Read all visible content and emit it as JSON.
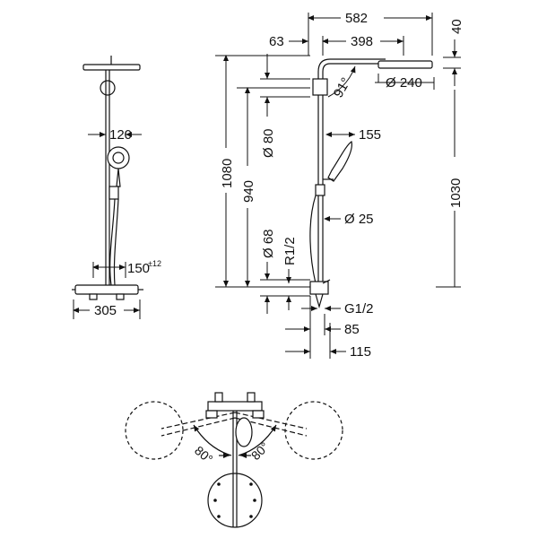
{
  "front_view": {
    "dim_head_width": "120",
    "dim_bar_height": "150",
    "dim_bar_tolerance": "±12",
    "dim_total_width": "305"
  },
  "side_view": {
    "dim_total_depth": "582",
    "dim_head_top": "40",
    "dim_arm_offset": "63",
    "dim_arm_length": "398",
    "dim_head_angle": "91°",
    "dim_head_diameter": "Ø 240",
    "dim_pipe_diameter": "Ø 80",
    "dim_handshower_width": "155",
    "dim_total_height": "1080",
    "dim_height_to_arm": "940",
    "dim_height_to_head": "1030",
    "dim_hose_diameter": "Ø 25",
    "dim_wall_diameter": "Ø 68",
    "dim_thread_inlet": "R1/2",
    "dim_thread_outlet": "G1/2",
    "dim_wall_offset_1": "85",
    "dim_wall_offset_2": "115"
  },
  "top_view": {
    "angle_left": "80°",
    "angle_right": "80°"
  }
}
